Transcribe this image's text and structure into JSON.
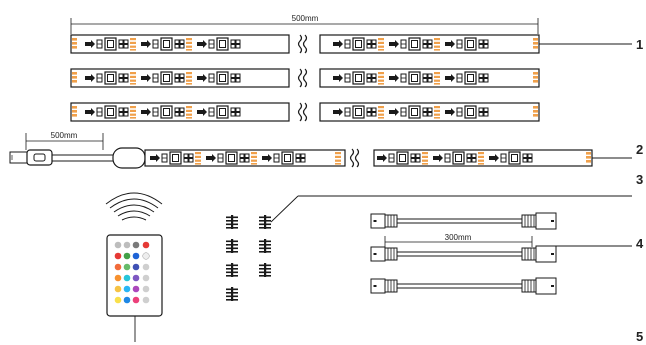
{
  "dimensions": {
    "strip_length": "500mm",
    "cable_length": "500mm",
    "extension_length": "300mm"
  },
  "callouts": [
    "1",
    "2",
    "3",
    "4",
    "5"
  ],
  "colors": {
    "strip_body": "#ffffff",
    "segment_marker": "#f0a04a",
    "line": "#1a1a1a",
    "remote_red": "#e53935",
    "remote_green": "#43a047",
    "remote_blue": "#1e63d6",
    "remote_white": "#eeeeee"
  },
  "icons": {
    "usb": "usb-plug-icon",
    "remote": "ir-remote-icon",
    "signal": "ir-signal-icon",
    "connector": "strip-connector-icon",
    "cable": "extension-cable-icon"
  }
}
